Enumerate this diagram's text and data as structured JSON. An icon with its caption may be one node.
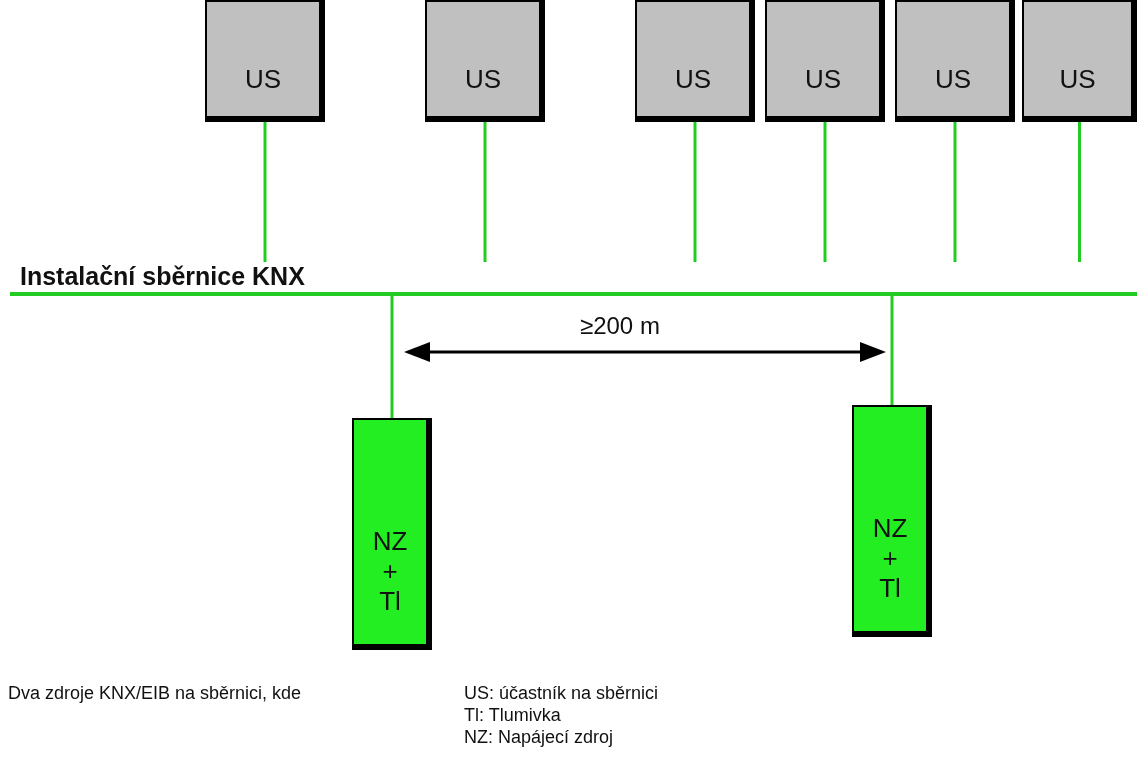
{
  "diagram": {
    "nodes": [
      {
        "text": [
          "US"
        ]
      },
      {
        "text": [
          "US"
        ]
      },
      {
        "text": [
          "US"
        ]
      },
      {
        "text": [
          "US"
        ]
      },
      {
        "text": [
          "US"
        ]
      },
      {
        "text": [
          "US"
        ]
      },
      {
        "text": [
          "Instalační sběrnice KNX"
        ]
      },
      {
        "text": [
          "NZ + Tl"
        ]
      },
      {
        "text": [
          "NZ + Tl"
        ]
      }
    ],
    "edges": [
      {
        "from": 0,
        "to": 6,
        "arrow": "none"
      },
      {
        "from": 1,
        "to": 6,
        "arrow": "none"
      },
      {
        "from": 2,
        "to": 6,
        "arrow": "none"
      },
      {
        "from": 3,
        "to": 6,
        "arrow": "none"
      },
      {
        "from": 4,
        "to": 6,
        "arrow": "none"
      },
      {
        "from": 5,
        "to": 6,
        "arrow": "none"
      },
      {
        "from": 6,
        "to": 7,
        "arrow": "none"
      },
      {
        "from": 6,
        "to": 8,
        "arrow": "none"
      }
    ],
    "labels": [
      "≥200 m",
      "Dva zdroje KNX/EIB na sběrnici, kde",
      "US: účastník na sběrnici",
      "Tl: Tlumivka",
      "NZ: Napájecí zdroj"
    ]
  }
}
